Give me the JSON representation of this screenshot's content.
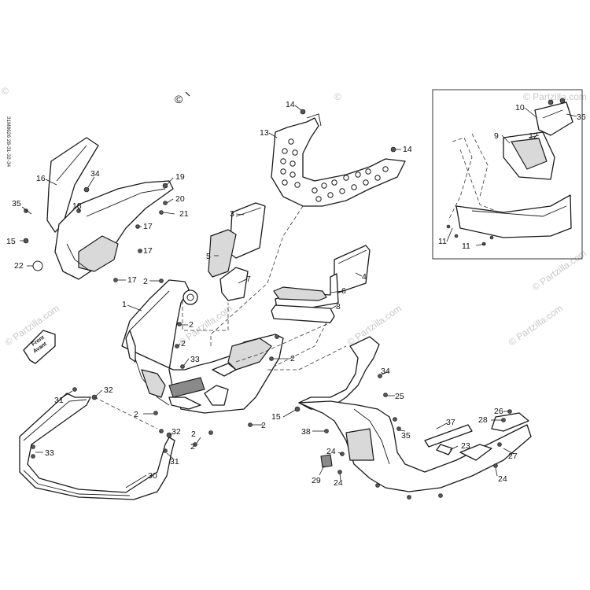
{
  "document": {
    "id": "31M8626 28-31-32-34",
    "watermark": "© Partzilla.com",
    "copyright_symbol": "©"
  },
  "front_marker": {
    "line1": "Front",
    "line2": "Avant"
  },
  "callouts": [
    "1",
    "2",
    "2",
    "2",
    "2",
    "2",
    "2",
    "2",
    "2",
    "3",
    "4",
    "5",
    "6",
    "7",
    "8",
    "9",
    "10",
    "11",
    "11",
    "12",
    "13",
    "14",
    "14",
    "15",
    "15",
    "16",
    "17",
    "17",
    "17",
    "18",
    "19",
    "20",
    "21",
    "22",
    "23",
    "24",
    "24",
    "24",
    "25",
    "26",
    "27",
    "28",
    "29",
    "30",
    "31",
    "31",
    "32",
    "32",
    "33",
    "33",
    "34",
    "34",
    "35",
    "35",
    "36",
    "37",
    "38"
  ]
}
